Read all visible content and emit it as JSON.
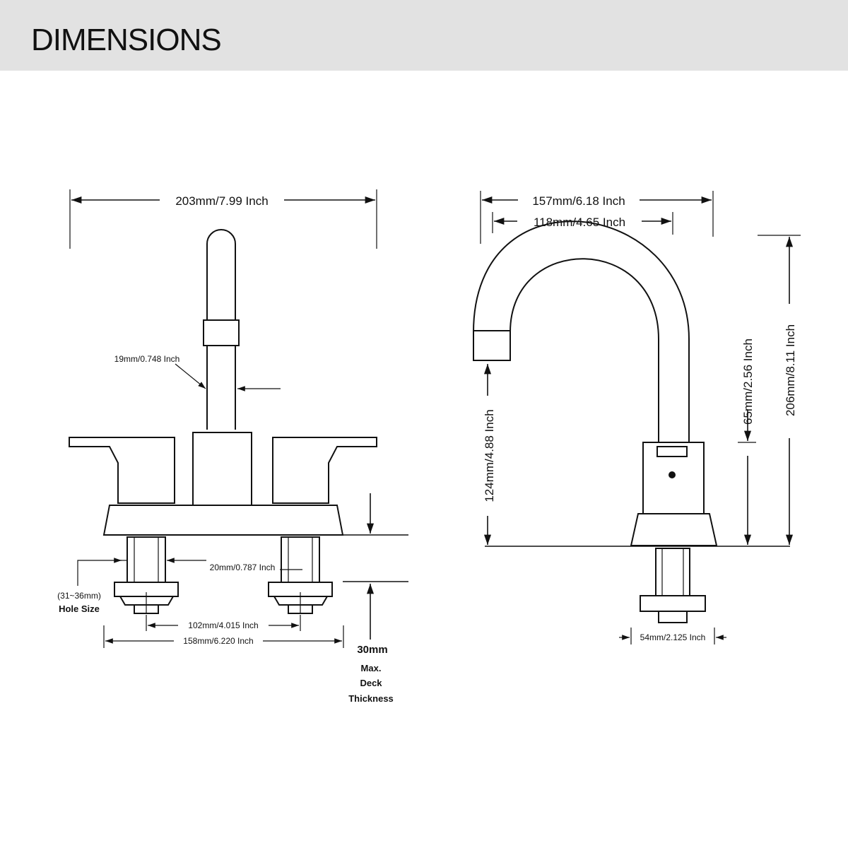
{
  "header": {
    "title": "DIMENSIONS"
  },
  "front_view": {
    "overall_width": "203mm/7.99 Inch",
    "spout_diameter": "19mm/0.748 Inch",
    "shank_diameter": "20mm/0.787 Inch",
    "hole_size_value": "(31~36mm)",
    "hole_size_label": "Hole Size",
    "center_spacing": "102mm/4.015 Inch",
    "base_width": "158mm/6.220 Inch",
    "deck_value": "30mm",
    "deck_line1": "Max.",
    "deck_line2": "Deck",
    "deck_line3": "Thickness"
  },
  "side_view": {
    "overall_depth": "157mm/6.18 Inch",
    "spout_reach": "118mm/4.65 Inch",
    "spout_height": "124mm/4.88 Inch",
    "body_height": "65mm/2.56 Inch",
    "overall_height": "206mm/8.11 Inch",
    "shank_width": "54mm/2.125 Inch"
  }
}
